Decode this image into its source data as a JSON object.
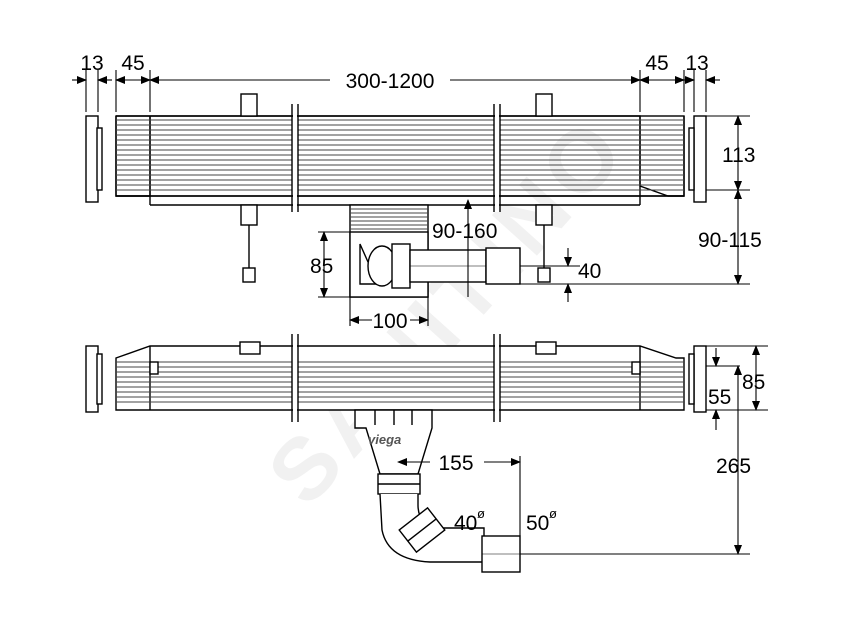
{
  "watermark": "SANITINO",
  "brand_label": "viega",
  "colors": {
    "line": "#000000",
    "hatch": "#444444",
    "watermark": "#eeeeee"
  },
  "top_view": {
    "dims": {
      "left_flange": "13",
      "left_offset": "45",
      "length_range": "300-1200",
      "right_offset": "45",
      "right_flange": "13",
      "height": "113",
      "height_range": "90-115",
      "outlet_height": "85",
      "outlet_range": "90-160",
      "outlet_width": "100",
      "outlet_drop": "40"
    }
  },
  "bottom_view": {
    "dims": {
      "inner_height": "55",
      "outer_height": "85",
      "total_drop": "265",
      "horizontal_offset": "155",
      "diameter_small": "40",
      "diameter_large": "50",
      "diameter_symbol": "ø"
    }
  }
}
